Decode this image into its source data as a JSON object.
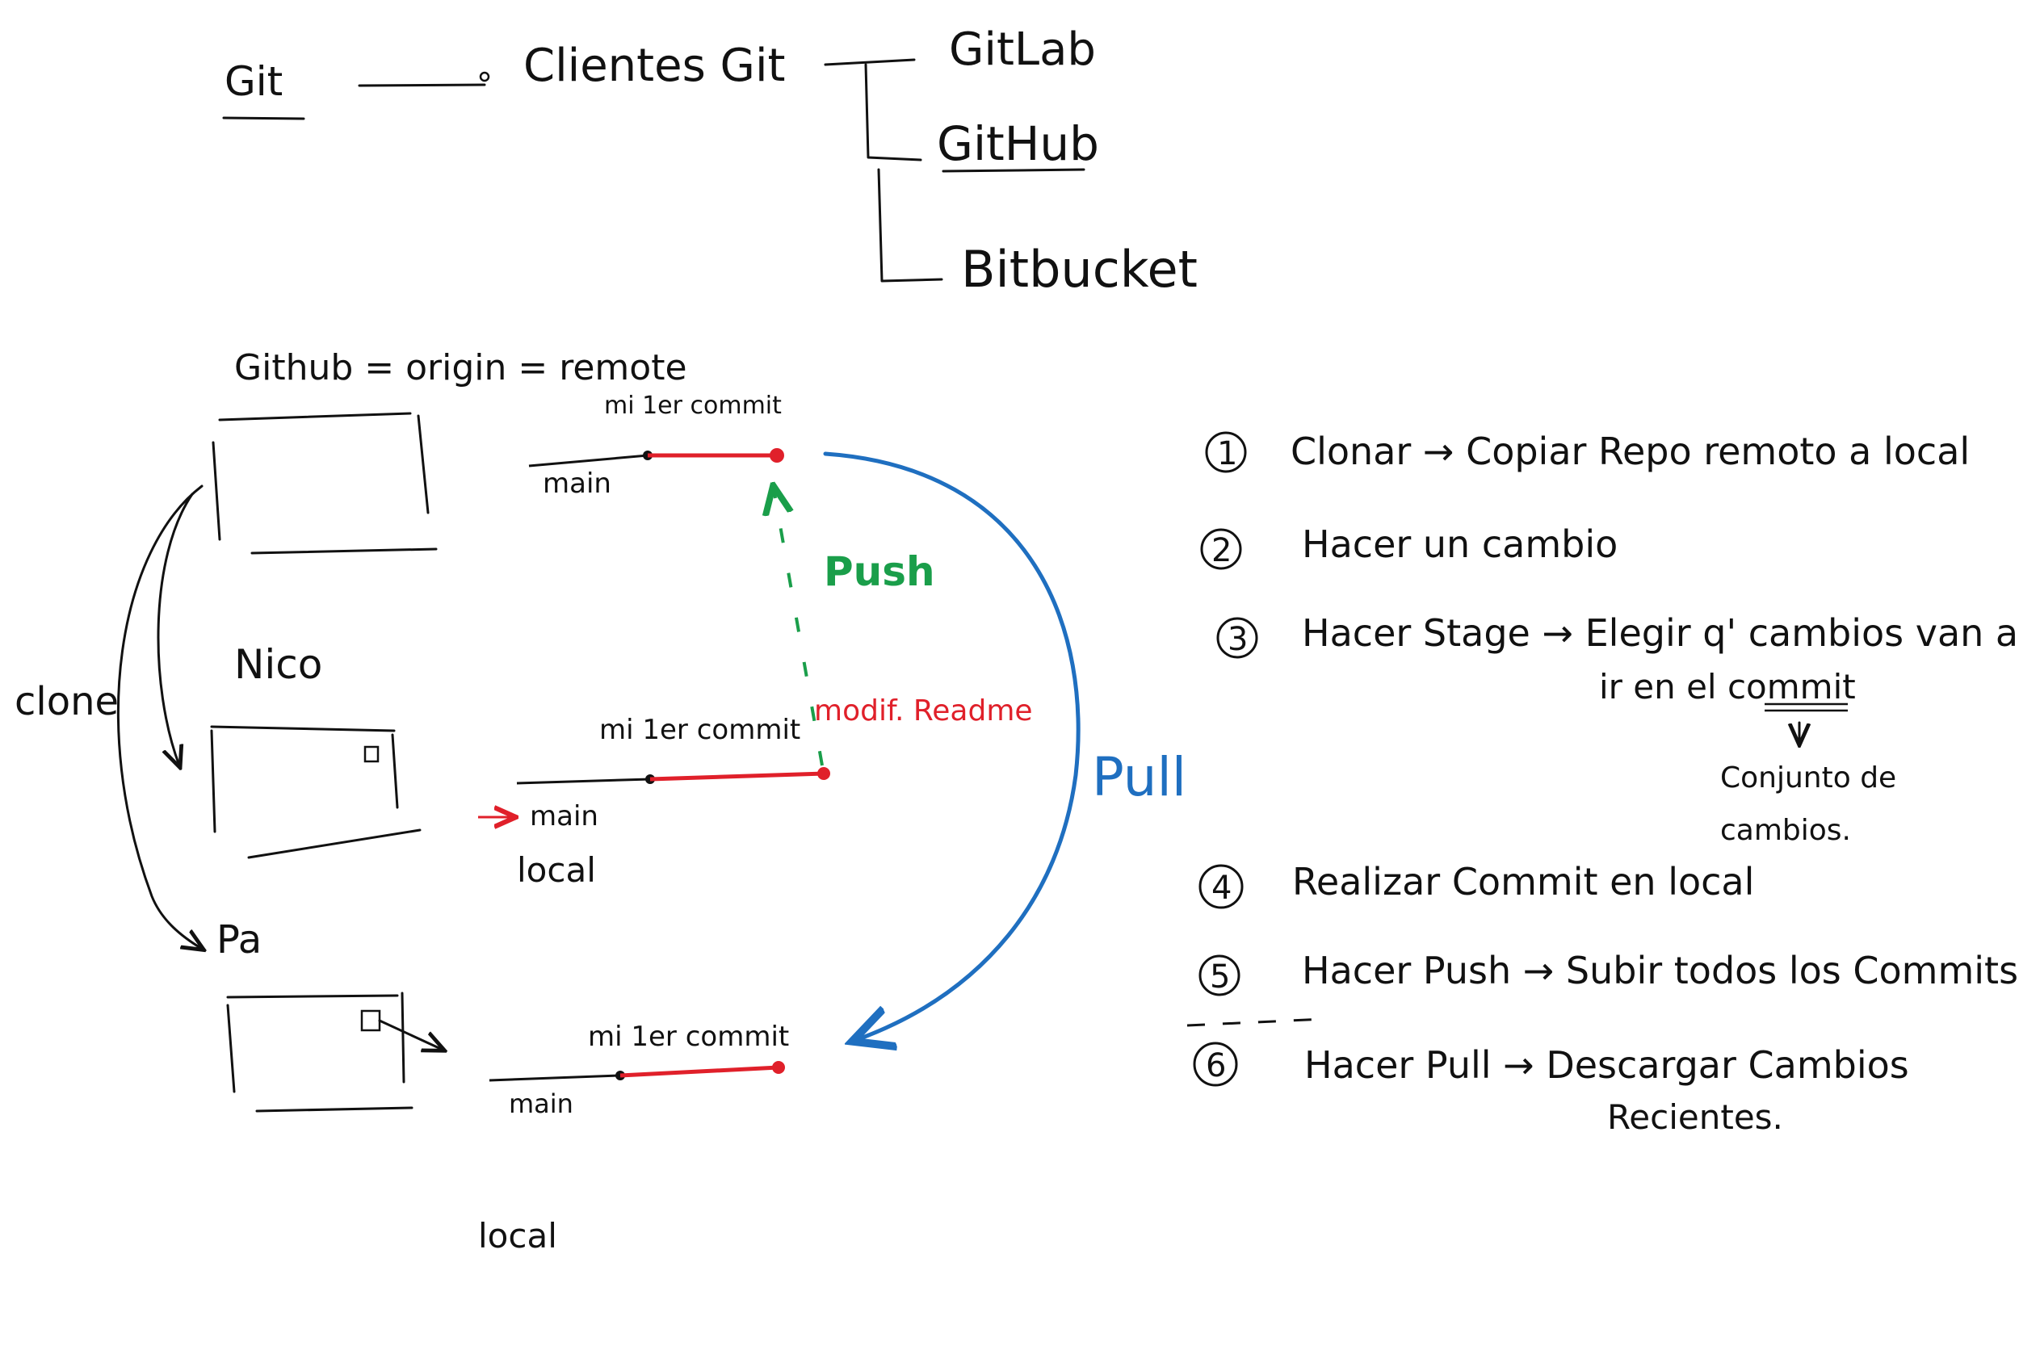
{
  "colors": {
    "ink": "#111111",
    "red": "#e0202a",
    "green": "#1a9e4a",
    "blue": "#1f6fc0"
  },
  "top_tree": {
    "root": "Git",
    "clients": "Clientes Git",
    "items": [
      "GitLab",
      "GitHub",
      "Bitbucket"
    ]
  },
  "remote": {
    "title": "Github = origin = remote",
    "commit_label": "mi 1er commit",
    "branch": "main"
  },
  "people": {
    "clone": "clone",
    "nico": "Nico",
    "pa": "Pa"
  },
  "nico_local": {
    "commit_label": "mi 1er commit",
    "branch": "main",
    "local": "local",
    "modified": "modif. Readme"
  },
  "pa_local": {
    "commit_label": "mi 1er commit",
    "branch": "main",
    "local": "local"
  },
  "actions": {
    "push": "Push",
    "pull": "Pull"
  },
  "steps": [
    {
      "num": "1",
      "text": "Clonar → Copiar Repo remoto a local"
    },
    {
      "num": "2",
      "text": "Hacer un cambio"
    },
    {
      "num": "3",
      "text": "Hacer Stage → Elegir q' cambios van a",
      "cont": "ir en el commit",
      "sub1": "Conjunto de",
      "sub2": "cambios."
    },
    {
      "num": "4",
      "text": "Realizar Commit en local"
    },
    {
      "num": "5",
      "text": "Hacer Push → Subir todos los Commits."
    },
    {
      "num": "6",
      "text": "Hacer Pull → Descargar Cambios",
      "cont": "Recientes."
    }
  ]
}
